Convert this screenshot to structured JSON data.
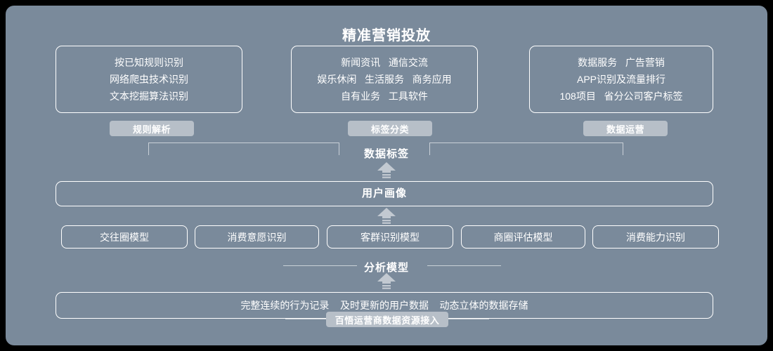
{
  "title": "精准营销投放",
  "top_boxes": [
    {
      "name": "rule-parsing",
      "lines": [
        "按已知规则识别",
        "网络爬虫技术识别",
        "文本挖掘算法识别"
      ],
      "pill": "规则解析"
    },
    {
      "name": "tag-classification",
      "lines": [
        "新闻资讯   通信交流",
        "娱乐休闲   生活服务   商务应用",
        "自有业务   工具软件"
      ],
      "pill": "标签分类"
    },
    {
      "name": "data-operations",
      "lines": [
        "数据服务   广告营销",
        "APP识别及流量排行",
        "108项目   省分公司客户标签"
      ],
      "pill": "数据运营"
    }
  ],
  "sections": {
    "data_tag_label": "数据标签",
    "analysis_model_label": "分析模型"
  },
  "portrait": {
    "label": "用户画像"
  },
  "models": [
    "交往圈模型",
    "消费意愿识别",
    "客群识别模型",
    "商圈评估模型",
    "消费能力识别"
  ],
  "bottom": {
    "line": "完整连续的行为记录    及时更新的用户数据    动态立体的数据存储",
    "pill": "百悟运营商数据资源接入"
  },
  "colors": {
    "canvas": "#7a8a9b",
    "border": "#ffffff",
    "pill_bg": "#b7bfc8",
    "connector": "#c9d0d7",
    "text": "#ffffff",
    "arrow": "#c2c9d1"
  }
}
